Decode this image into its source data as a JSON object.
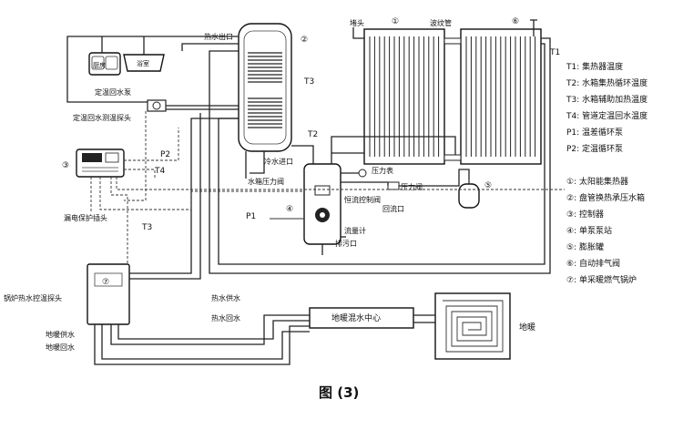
{
  "diagram": {
    "caption": "图 (3)",
    "labels": {
      "kitchen": "厨房",
      "bathroom": "浴室",
      "hot_water_out": "热水出口",
      "circulation_pump": "定温回水泵",
      "return_temp_probe": "定温回水测温探头",
      "controller_num": "③",
      "leakage_probe": "漏电保护插头",
      "boiler_num": "⑦",
      "boiler_probe": "锅炉热水控温探头",
      "floor_supply": "地暖供水",
      "floor_return": "地暖回水",
      "hot_supply": "热水供水",
      "hot_return": "热水回水",
      "cold_in": "冷水进口",
      "tank_pressure_valve": "水箱压力阀",
      "pressure_gauge": "压力表",
      "pressure_valve": "压力阀",
      "flow_valve": "恒流控制阀",
      "flowmeter": "流量计",
      "drain": "排污口",
      "return_port": "回流口",
      "manifold_center": "地暖混水中心",
      "floor_heating": "地暖",
      "collector_head": "堵头",
      "connector_pipe": "波纹管",
      "T1": "T1",
      "T2": "T2",
      "T3": "T3",
      "T4": "T4",
      "P1": "P1",
      "P2": "P2",
      "num1": "①",
      "num2": "②",
      "num4": "④",
      "num5": "⑤",
      "num6": "⑥"
    },
    "legend": [
      "T1: 集热器温度",
      "T2: 水箱集热循环温度",
      "T3: 水箱辅助加热温度",
      "T4: 管道定温回水温度",
      "P1: 温差循环泵",
      "P2: 定温循环泵",
      "①: 太阳能集热器",
      "②: 盘管换热承压水箱",
      "③: 控制器",
      "④: 单泵泵站",
      "⑤: 膨胀罐",
      "⑥: 自动排气阀",
      "⑦: 单采暖燃气锅炉"
    ]
  }
}
